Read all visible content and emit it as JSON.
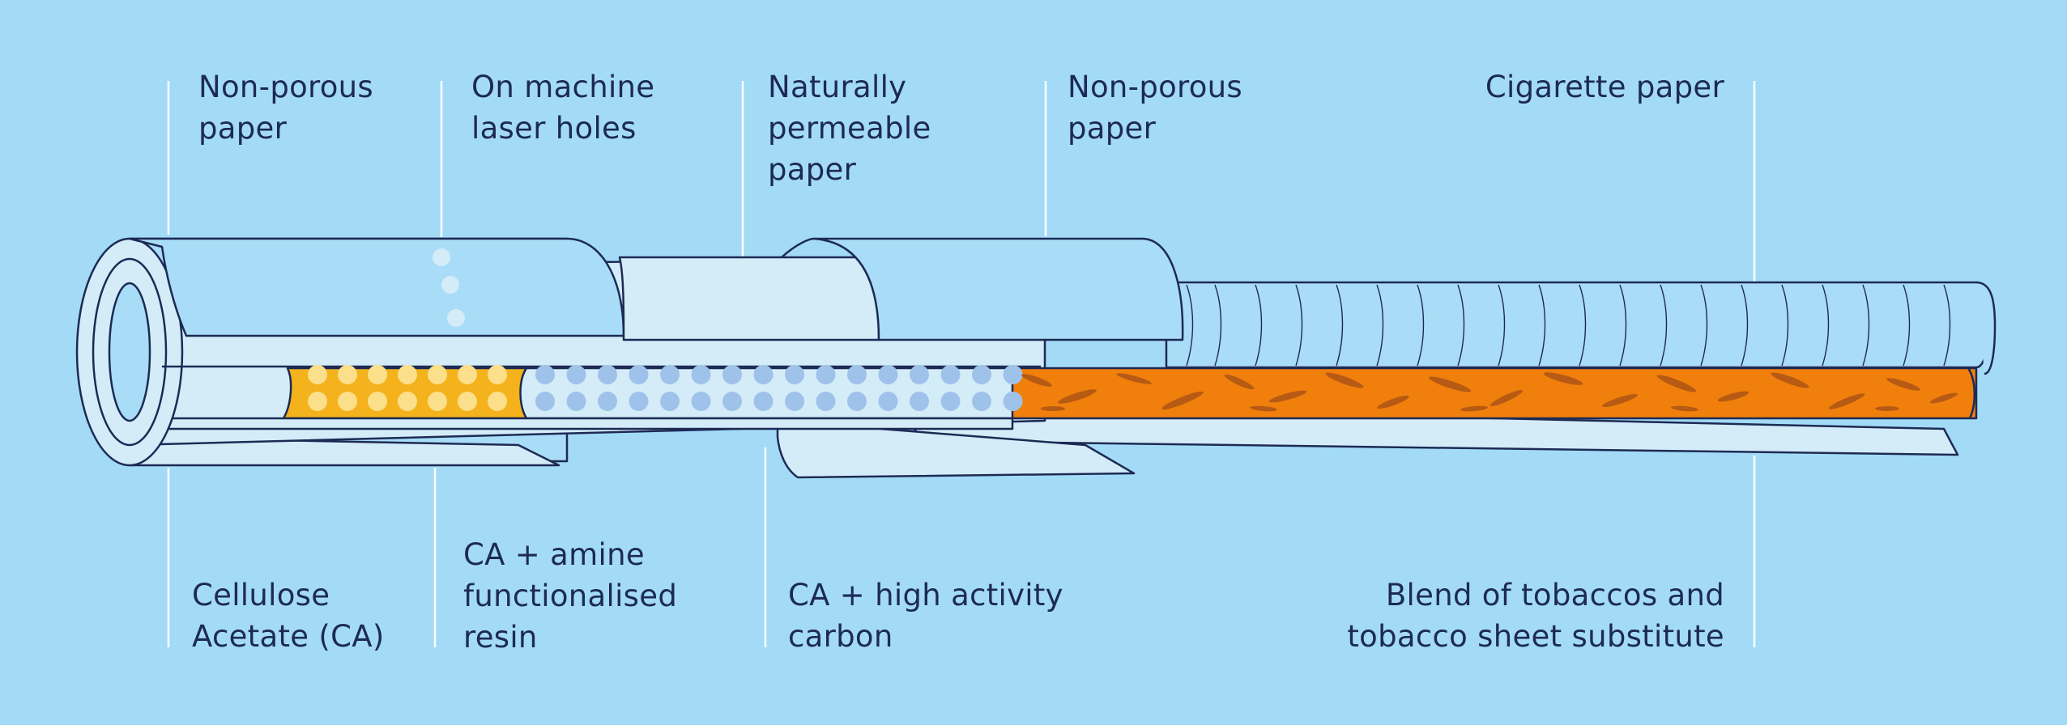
{
  "colors": {
    "background": "#a3dbf7",
    "outline": "#1d2a55",
    "paper_light": "#d3ecf8",
    "paper_mid": "#a9dcf6",
    "ca_yellow": "#f4b21c",
    "ca_dots": "#fbdf8a",
    "resin_dots": "#9fc2ea",
    "tobacco_orange": "#f17f0c",
    "tobacco_strands": "#b65a14",
    "leader_line": "#ffffff"
  },
  "labels": {
    "top": [
      {
        "id": "non-porous-paper-1",
        "text": "Non-porous\npaper"
      },
      {
        "id": "laser-holes",
        "text": "On machine\nlaser holes"
      },
      {
        "id": "permeable-paper",
        "text": "Naturally\npermeable\npaper"
      },
      {
        "id": "non-porous-paper-2",
        "text": "Non-porous\npaper"
      },
      {
        "id": "cigarette-paper",
        "text": "Cigarette paper"
      }
    ],
    "bottom": [
      {
        "id": "cellulose-acetate",
        "text": "Cellulose\nAcetate (CA)"
      },
      {
        "id": "ca-amine-resin",
        "text": "CA + amine\nfunctionalised\nresin"
      },
      {
        "id": "ca-carbon",
        "text": "CA + high activity\ncarbon"
      },
      {
        "id": "tobacco-blend",
        "text": "Blend of tobaccos and\ntobacco sheet substitute"
      }
    ]
  }
}
